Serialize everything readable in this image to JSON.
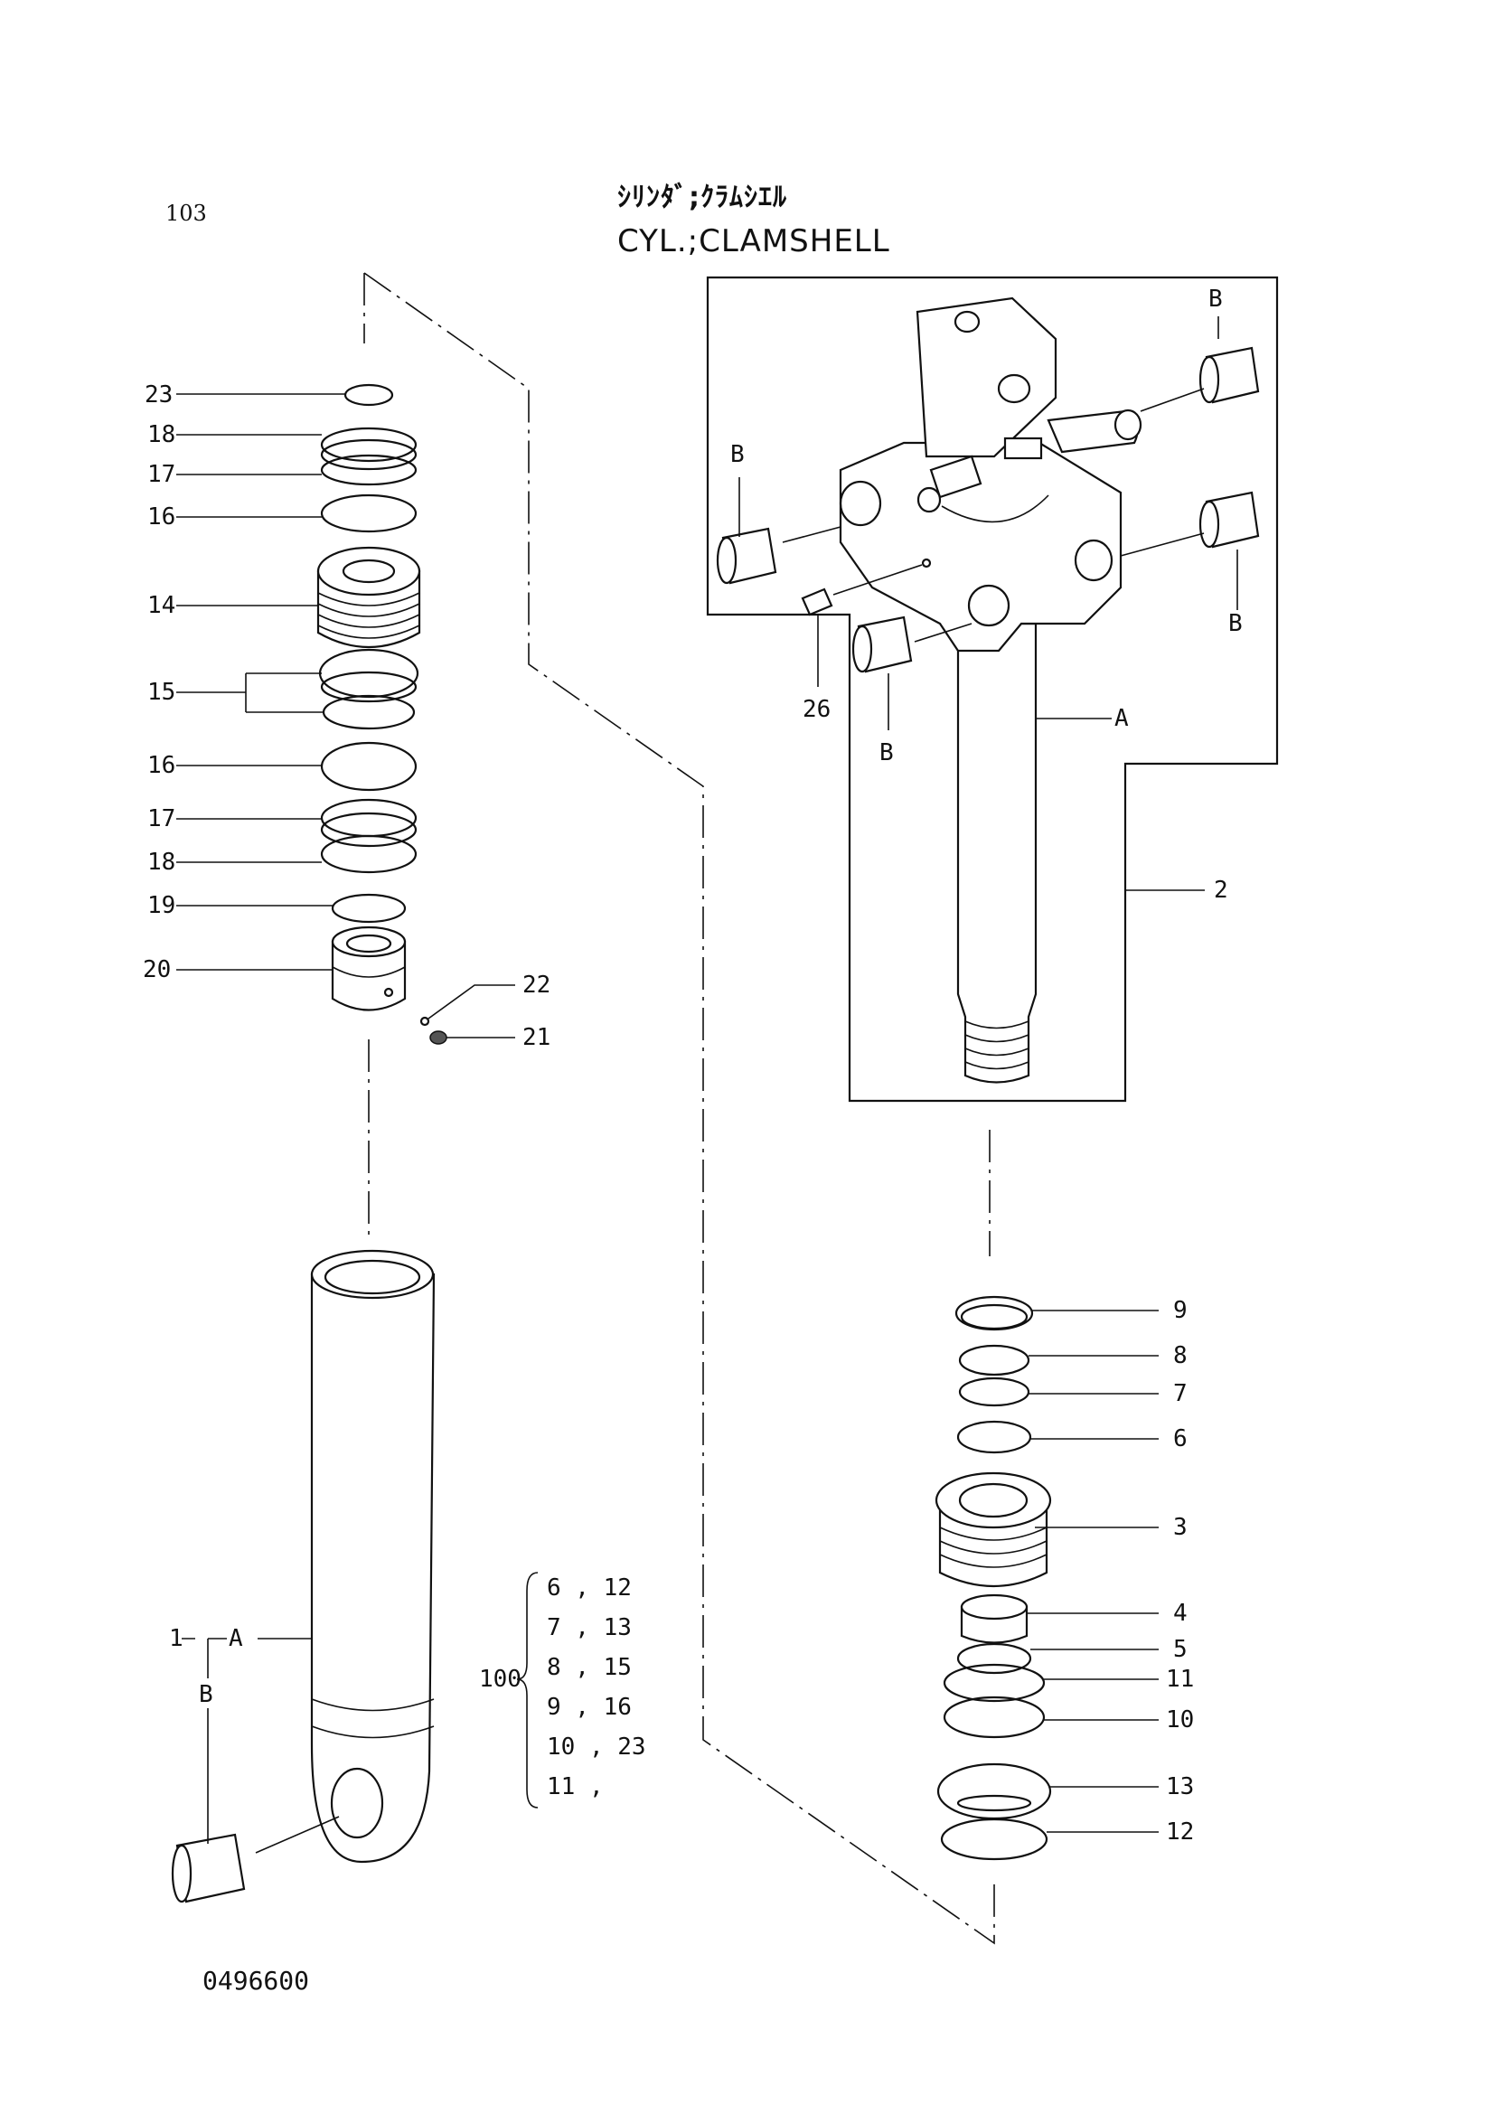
{
  "header": {
    "page_number": "103",
    "title_jp": "ｼﾘﾝﾀﾞ;ｸﾗﾑｼｴﾙ",
    "title_en": "CYL.;CLAMSHELL"
  },
  "footer": {
    "doc_id": "0496600"
  },
  "callouts": [
    {
      "id": "c23",
      "text": "23"
    },
    {
      "id": "c18a",
      "text": "18"
    },
    {
      "id": "c17a",
      "text": "17"
    },
    {
      "id": "c16a",
      "text": "16"
    },
    {
      "id": "c14",
      "text": "14"
    },
    {
      "id": "c15",
      "text": "15"
    },
    {
      "id": "c16b",
      "text": "16"
    },
    {
      "id": "c17b",
      "text": "17"
    },
    {
      "id": "c18b",
      "text": "18"
    },
    {
      "id": "c19",
      "text": "19"
    },
    {
      "id": "c20",
      "text": "20"
    },
    {
      "id": "c22",
      "text": "22"
    },
    {
      "id": "c21",
      "text": "21"
    },
    {
      "id": "c1",
      "text": "1"
    },
    {
      "id": "c1A",
      "text": "A"
    },
    {
      "id": "c1B",
      "text": "B"
    },
    {
      "id": "cB1",
      "text": "B"
    },
    {
      "id": "cB2",
      "text": "B"
    },
    {
      "id": "cB3",
      "text": "B"
    },
    {
      "id": "cB4",
      "text": "B"
    },
    {
      "id": "c26",
      "text": "26"
    },
    {
      "id": "cA",
      "text": "A"
    },
    {
      "id": "c2",
      "text": "2"
    },
    {
      "id": "c9",
      "text": "9"
    },
    {
      "id": "c8",
      "text": "8"
    },
    {
      "id": "c7",
      "text": "7"
    },
    {
      "id": "c6",
      "text": "6"
    },
    {
      "id": "c3",
      "text": "3"
    },
    {
      "id": "c4",
      "text": "4"
    },
    {
      "id": "c5",
      "text": "5"
    },
    {
      "id": "c11",
      "text": "11"
    },
    {
      "id": "c10",
      "text": "10"
    },
    {
      "id": "c13",
      "text": "13"
    },
    {
      "id": "c12",
      "text": "12"
    }
  ],
  "kit": {
    "label": "100",
    "rows": [
      "6 , 12",
      "7 , 13",
      "8 , 15",
      "9 , 16",
      "10 , 23",
      "11 ,"
    ]
  }
}
